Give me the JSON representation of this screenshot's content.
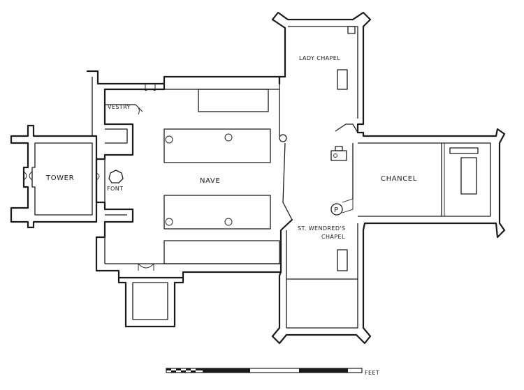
{
  "labels": {
    "lady_chapel": "LADY CHAPEL",
    "vestry": "VESTRY",
    "tower": "TOWER",
    "font": "FONT",
    "nave": "NAVE",
    "chancel": "CHANCEL",
    "st_wendreds_line1": "ST. WENDRED'S",
    "st_wendreds_line2": "CHAPEL",
    "pulpit": "P"
  },
  "scale_bar": {
    "unit_label": "FEET"
  }
}
